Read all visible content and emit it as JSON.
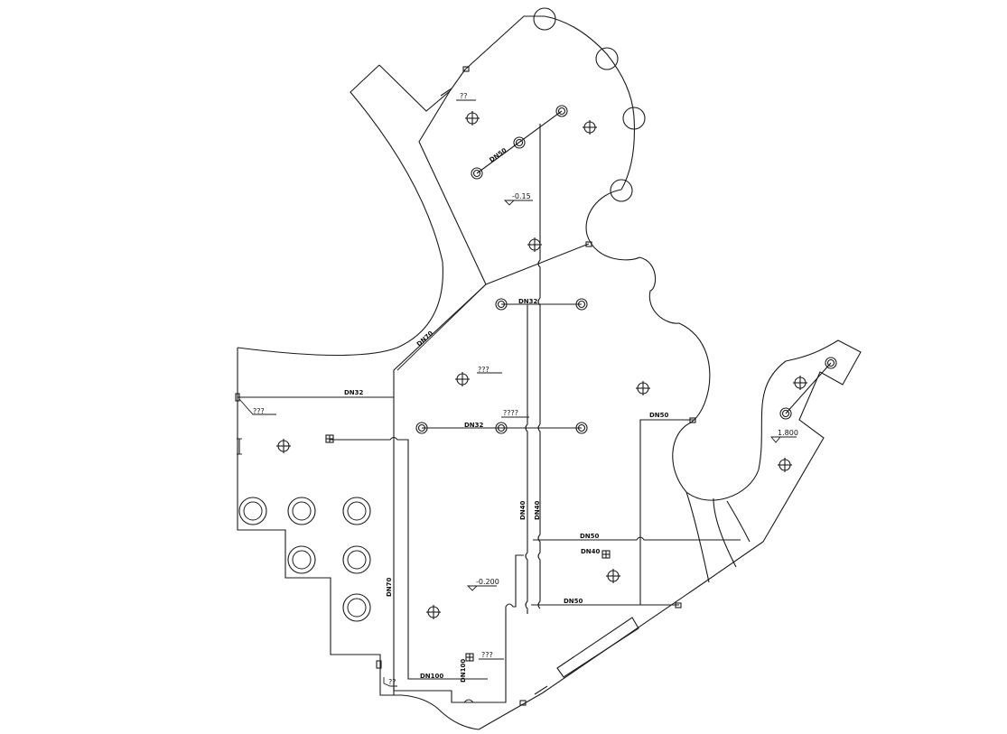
{
  "labels": {
    "q_two": "??",
    "q_three": "???",
    "q_four": "????",
    "elev_1": "-0.15",
    "elev_2": "-0.200",
    "elev_3": "1.800"
  },
  "pipes": {
    "p1": "DN50",
    "p2": "DN32",
    "p3": "DN70",
    "p4": "DN32",
    "p5": "DN32",
    "p6": "DN50",
    "p7": "DN40",
    "p8": "DN40",
    "p9": "DN50",
    "p10": "DN40",
    "p11": "DN50",
    "p12": "DN70",
    "p13": "DN100",
    "p14": "DN100"
  }
}
